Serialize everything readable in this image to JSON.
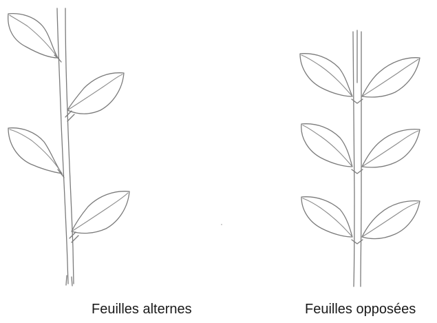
{
  "figure": {
    "labels": {
      "alternate": "Feuilles alternes",
      "opposite": "Feuilles opposées"
    },
    "plants": {
      "alternate": {
        "leaf_arrangement": "alternate",
        "leaf_count": 4
      },
      "opposite": {
        "leaf_arrangement": "opposite",
        "leaf_pairs": 3
      }
    },
    "colors": {
      "background": "#ffffff",
      "line": "#7a7a7a",
      "text": "#1a1a1a"
    }
  }
}
